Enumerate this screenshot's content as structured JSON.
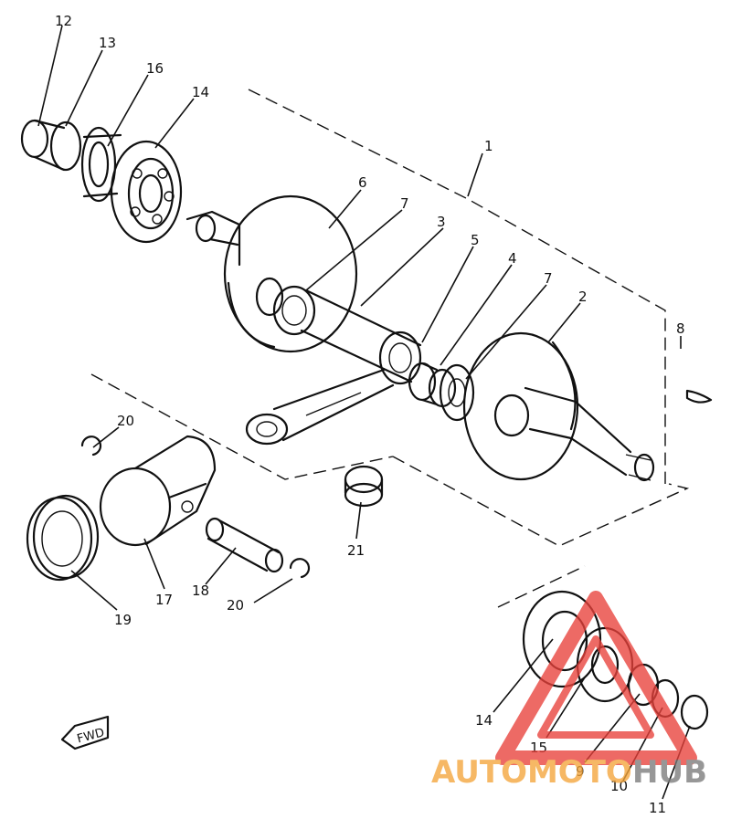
{
  "diagram": {
    "callouts": [
      {
        "id": "c12a",
        "text": "12"
      },
      {
        "id": "c13",
        "text": "13"
      },
      {
        "id": "c16",
        "text": "16"
      },
      {
        "id": "c14a",
        "text": "14"
      },
      {
        "id": "c1",
        "text": "1"
      },
      {
        "id": "c6",
        "text": "6"
      },
      {
        "id": "c7a",
        "text": "7"
      },
      {
        "id": "c3",
        "text": "3"
      },
      {
        "id": "c5",
        "text": "5"
      },
      {
        "id": "c4",
        "text": "4"
      },
      {
        "id": "c7b",
        "text": "7"
      },
      {
        "id": "c2",
        "text": "2"
      },
      {
        "id": "c8",
        "text": "8"
      },
      {
        "id": "c20a",
        "text": "20"
      },
      {
        "id": "c21",
        "text": "21"
      },
      {
        "id": "c17",
        "text": "17"
      },
      {
        "id": "c18",
        "text": "18"
      },
      {
        "id": "c20b",
        "text": "20"
      },
      {
        "id": "c19",
        "text": "19"
      },
      {
        "id": "c14b",
        "text": "14"
      },
      {
        "id": "c15",
        "text": "15"
      },
      {
        "id": "c9",
        "text": "9"
      },
      {
        "id": "c10",
        "text": "10"
      },
      {
        "id": "c11",
        "text": "11"
      }
    ],
    "fwd_label": "FWD"
  },
  "watermark": {
    "brand_a": "AUTOMOTO",
    "brand_b": "HUB",
    "color_a": "#f4a53a",
    "color_b": "#7a7a7a",
    "triangle_color": "#e8413b"
  }
}
